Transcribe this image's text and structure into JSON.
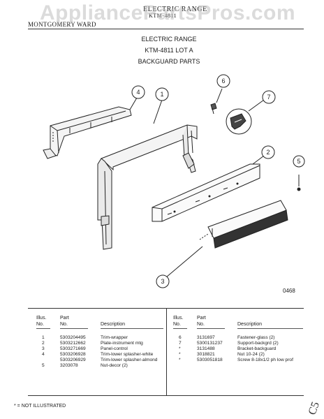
{
  "watermark": "AppliancePartsPros.com",
  "header": {
    "top_title": "ELECTRIC RANGE",
    "top_sub": "KTM-4811",
    "brand": "MONTGOMERY WARD"
  },
  "titles": {
    "line1": "ELECTRIC RANGE",
    "line2": "KTM-4811 LOT A",
    "line3": "BACKGUARD PARTS"
  },
  "callouts": [
    "1",
    "2",
    "3",
    "4",
    "5",
    "6",
    "7"
  ],
  "figure_ref": "0468",
  "table": {
    "headers": {
      "illus": [
        "Illus.",
        "No."
      ],
      "part": [
        "Part",
        "No."
      ],
      "desc": "Description"
    },
    "left": [
      {
        "illus": "1",
        "part": "5303204495",
        "desc": "Trim-wrapper"
      },
      {
        "illus": "2",
        "part": "5303212662",
        "desc": "Plate-instrument mtg"
      },
      {
        "illus": "3",
        "part": "5303271669",
        "desc": "Panel-control"
      },
      {
        "illus": "4",
        "part": "5303206928",
        "desc": "Trim-lower splasher-white"
      },
      {
        "illus": "",
        "part": "5303206929",
        "desc": "Trim-lower splasher-almond"
      },
      {
        "illus": "5",
        "part": "3203078",
        "desc": "Nut-decor (2)"
      }
    ],
    "right": [
      {
        "illus": "6",
        "part": "3131697",
        "desc": "Fastener-glass (2)"
      },
      {
        "illus": "7",
        "part": "5300131237",
        "desc": "Support-backgrd (2)"
      },
      {
        "illus": "*",
        "part": "3131488",
        "desc": "Bracket-backguard"
      },
      {
        "illus": "*",
        "part": "3018821",
        "desc": "Nut 10-24 (2)"
      },
      {
        "illus": "*",
        "part": "5303051818",
        "desc": "Screw 8-18x1/2 ph low prof"
      }
    ]
  },
  "footnote": "* = NOT ILLUSTRATED",
  "corner_mark": "C5"
}
